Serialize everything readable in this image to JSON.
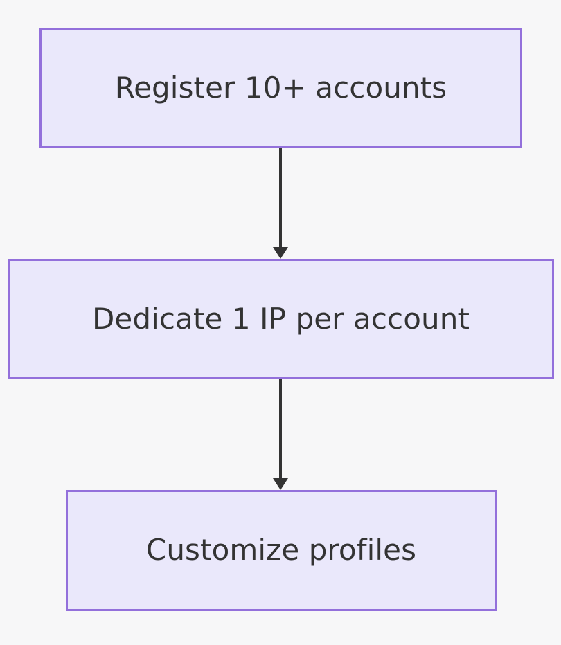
{
  "diagram": {
    "type": "flowchart",
    "orientation": "top-down",
    "background_color": "#f7f7f8",
    "node_fill_color": "#eae8fb",
    "node_border_color": "#9370db",
    "node_text_color": "#333333",
    "edge_color": "#333333",
    "nodes": [
      {
        "id": "register",
        "label": "Register 10+ accounts",
        "shape": "rectangle"
      },
      {
        "id": "dedicate",
        "label": "Dedicate 1 IP per account",
        "shape": "rectangle"
      },
      {
        "id": "customize",
        "label": "Customize profiles",
        "shape": "rectangle"
      }
    ],
    "edges": [
      {
        "id": "register-to-dedicate",
        "from": "register",
        "to": "dedicate",
        "label": "",
        "arrowhead": "filled-triangle"
      },
      {
        "id": "dedicate-to-customize",
        "from": "dedicate",
        "to": "customize",
        "label": "",
        "arrowhead": "filled-triangle"
      }
    ]
  }
}
